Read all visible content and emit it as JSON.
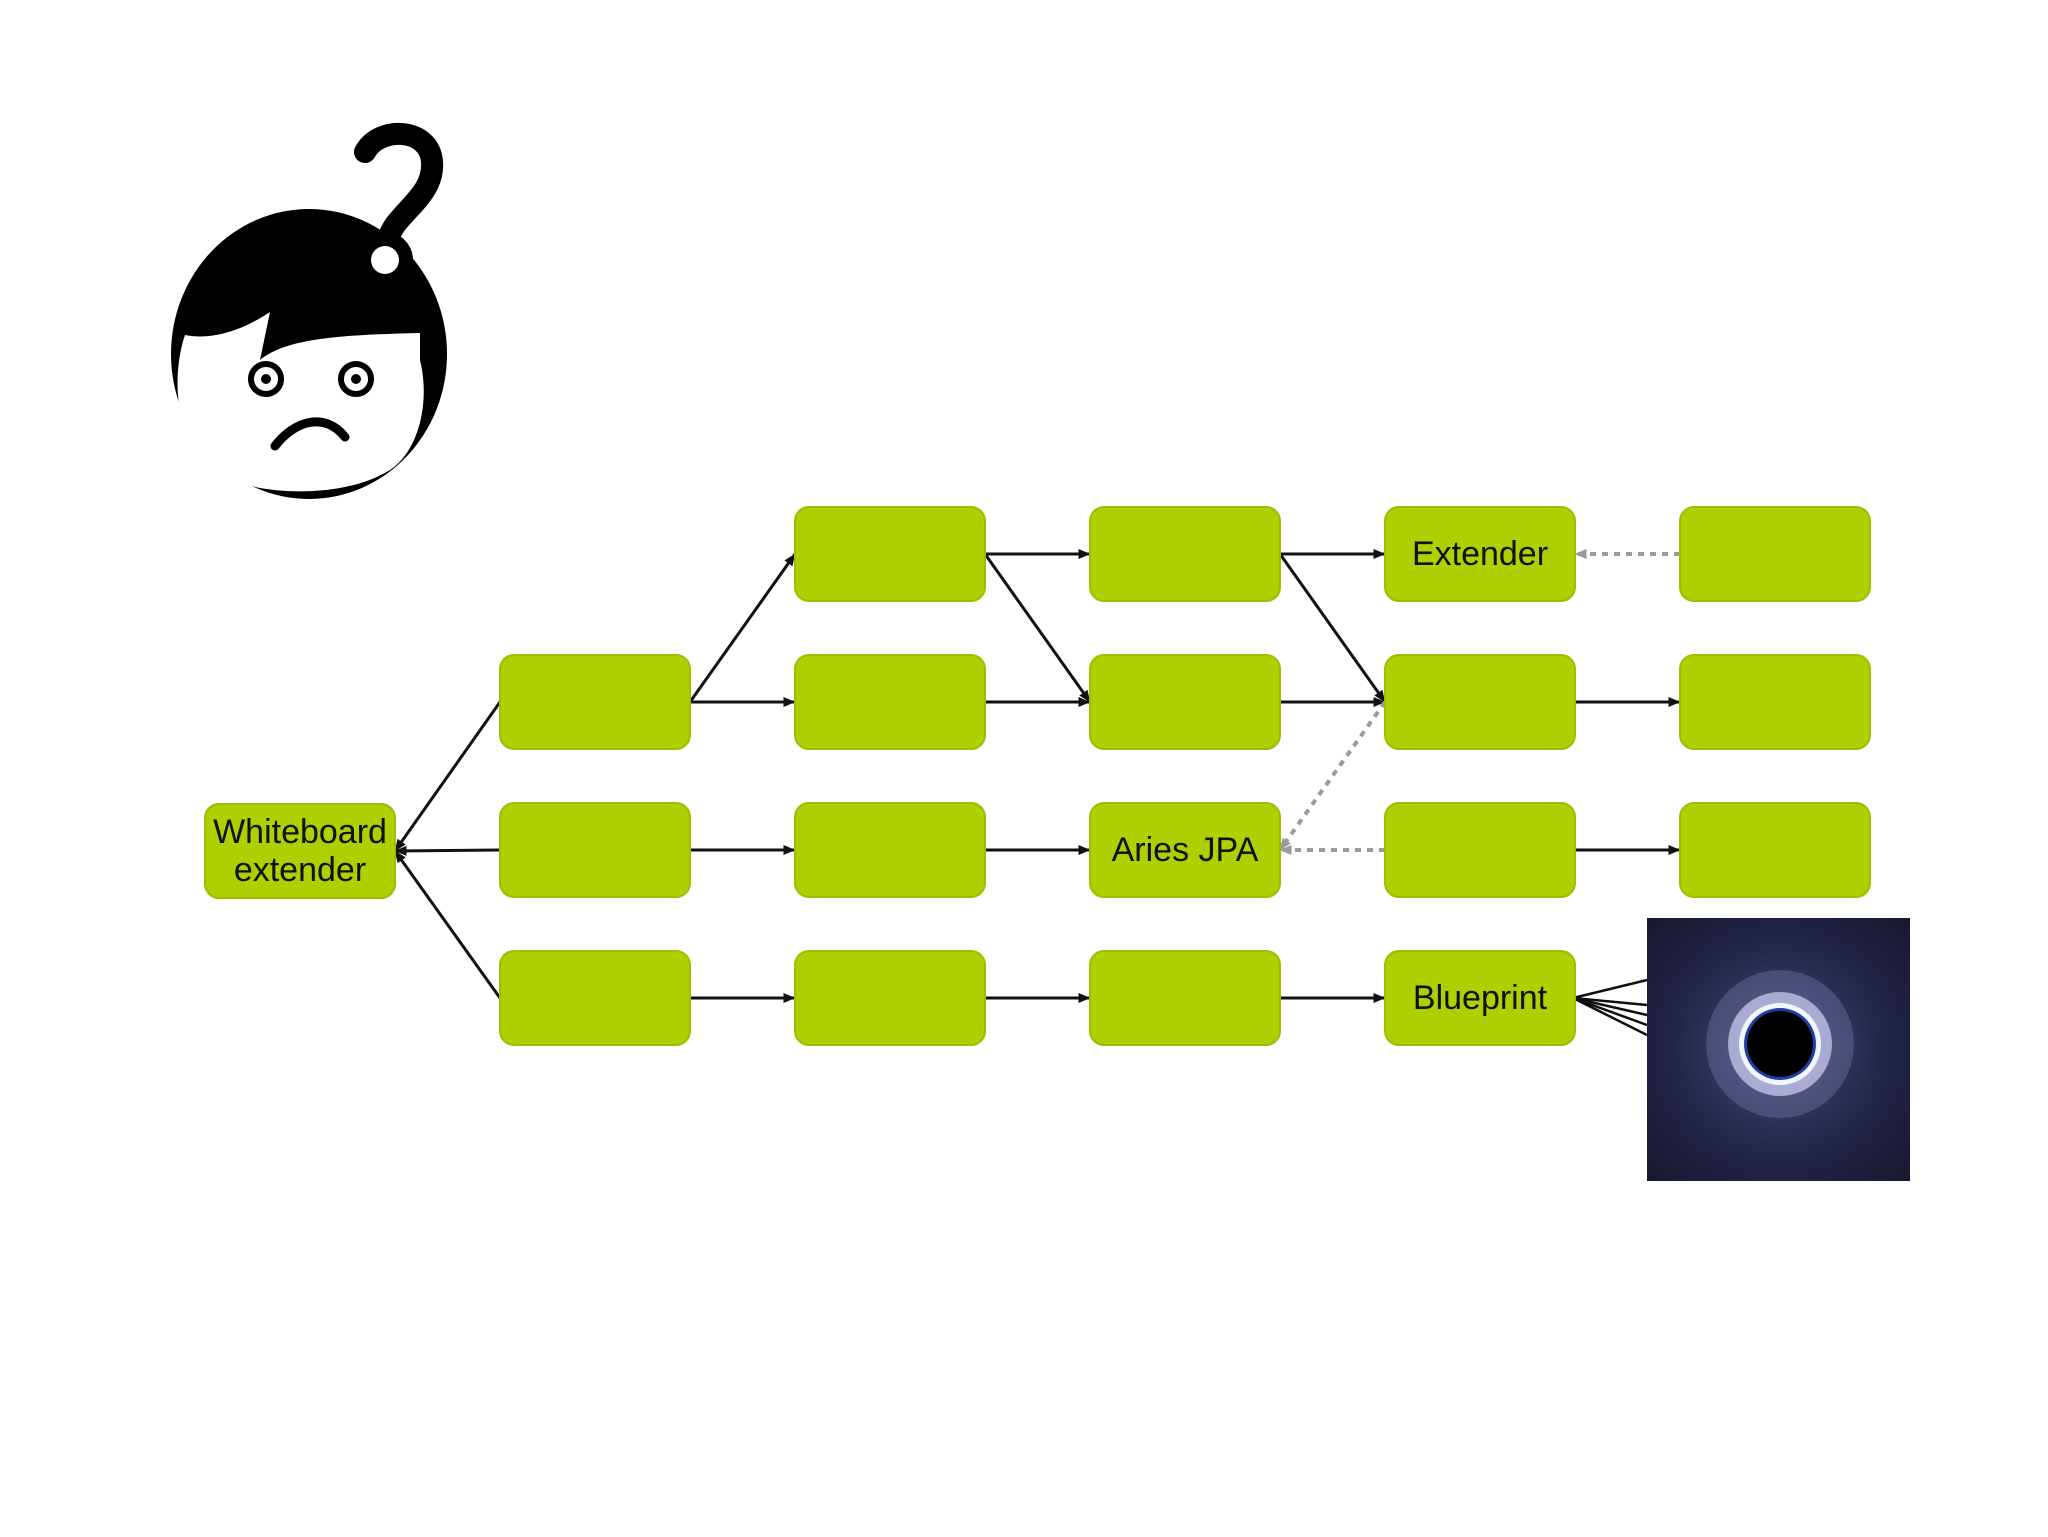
{
  "colors": {
    "node_fill": "#acd000",
    "node_stroke": "#9cbf00",
    "edge": "#111111",
    "dashed_edge": "#9a9a9a",
    "face": "#000000",
    "space_bg": "#1c1d3a",
    "ring": "#e9ecff"
  },
  "icons": {
    "confused_face": "confused-face-icon",
    "black_hole": "black-hole-image"
  },
  "diagram": {
    "nodes": [
      {
        "id": "whiteboard",
        "label": "Whiteboard\nextender"
      },
      {
        "id": "r0c1",
        "label": ""
      },
      {
        "id": "r0c2",
        "label": ""
      },
      {
        "id": "extender",
        "label": "Extender"
      },
      {
        "id": "r0c4",
        "label": ""
      },
      {
        "id": "r1c0",
        "label": ""
      },
      {
        "id": "r1c1",
        "label": ""
      },
      {
        "id": "r1c2",
        "label": ""
      },
      {
        "id": "r1c3",
        "label": ""
      },
      {
        "id": "r1c4",
        "label": ""
      },
      {
        "id": "r2c0",
        "label": ""
      },
      {
        "id": "r2c1",
        "label": ""
      },
      {
        "id": "aries",
        "label": "Aries JPA"
      },
      {
        "id": "r2c3",
        "label": ""
      },
      {
        "id": "r2c4",
        "label": ""
      },
      {
        "id": "r3c0",
        "label": ""
      },
      {
        "id": "r3c1",
        "label": ""
      },
      {
        "id": "r3c2",
        "label": ""
      },
      {
        "id": "blueprint",
        "label": "Blueprint"
      }
    ],
    "edges": [
      {
        "from": "r1c0",
        "to": "whiteboard",
        "style": "solid"
      },
      {
        "from": "r2c0",
        "to": "whiteboard",
        "style": "solid"
      },
      {
        "from": "r3c0",
        "to": "whiteboard",
        "style": "solid"
      },
      {
        "from": "r1c0",
        "to": "r0c1",
        "style": "solid"
      },
      {
        "from": "r1c0",
        "to": "r1c1",
        "style": "solid"
      },
      {
        "from": "r0c1",
        "to": "r0c2",
        "style": "solid"
      },
      {
        "from": "r0c1",
        "to": "r1c2",
        "style": "solid"
      },
      {
        "from": "r1c1",
        "to": "r1c2",
        "style": "solid"
      },
      {
        "from": "r0c2",
        "to": "extender",
        "style": "solid"
      },
      {
        "from": "r0c2",
        "to": "r1c3",
        "style": "solid"
      },
      {
        "from": "r1c2",
        "to": "r1c3",
        "style": "solid"
      },
      {
        "from": "r1c3",
        "to": "r1c4",
        "style": "solid"
      },
      {
        "from": "r0c4",
        "to": "extender",
        "style": "dashed"
      },
      {
        "from": "r1c3",
        "to": "aries",
        "style": "dashed"
      },
      {
        "from": "r2c3",
        "to": "aries",
        "style": "dashed"
      },
      {
        "from": "r2c0",
        "to": "r2c1",
        "style": "solid"
      },
      {
        "from": "r2c1",
        "to": "aries",
        "style": "solid"
      },
      {
        "from": "r2c3",
        "to": "r2c4",
        "style": "solid"
      },
      {
        "from": "r3c0",
        "to": "r3c1",
        "style": "solid"
      },
      {
        "from": "r3c1",
        "to": "r3c2",
        "style": "solid"
      },
      {
        "from": "r3c2",
        "to": "blueprint",
        "style": "solid"
      }
    ]
  }
}
